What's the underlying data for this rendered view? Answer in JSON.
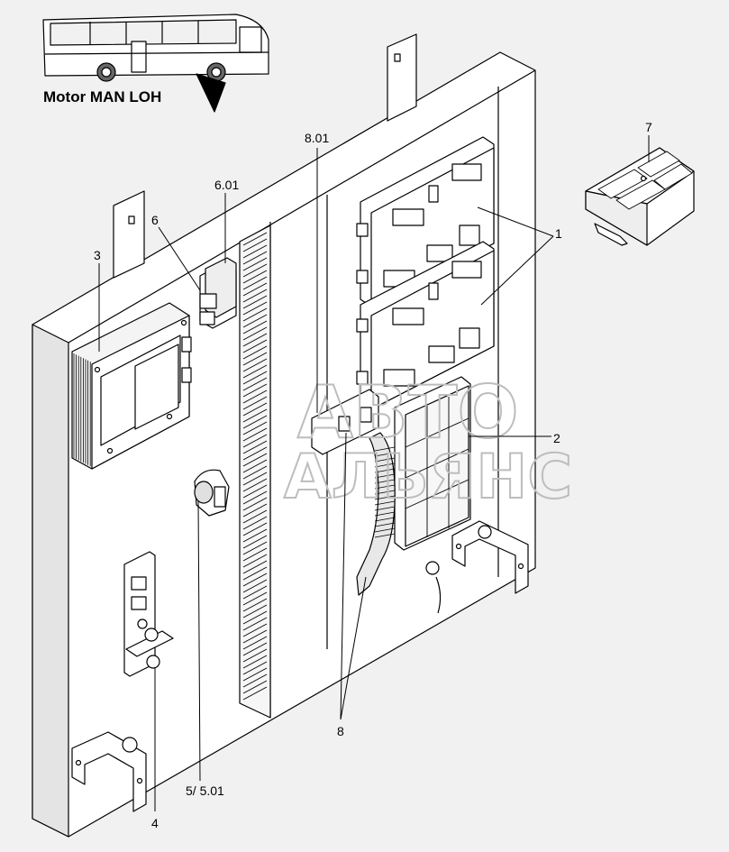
{
  "header": {
    "title": "Motor MAN LOH"
  },
  "callouts": [
    {
      "id": "c1",
      "text": "1"
    },
    {
      "id": "c2",
      "text": "2"
    },
    {
      "id": "c3",
      "text": "3"
    },
    {
      "id": "c4",
      "text": "4"
    },
    {
      "id": "c5",
      "text": "5/ 5.01"
    },
    {
      "id": "c6",
      "text": "6"
    },
    {
      "id": "c601",
      "text": "6.01"
    },
    {
      "id": "c7",
      "text": "7"
    },
    {
      "id": "c8",
      "text": "8"
    },
    {
      "id": "c801",
      "text": "8.01"
    }
  ],
  "watermark": {
    "line1": "АВТО",
    "line2": "АЛЬЯНС"
  },
  "colors": {
    "background": "#f1f1f1",
    "panel": "#ffffff",
    "ink": "#000000",
    "watermark": "#bdbdbd"
  }
}
